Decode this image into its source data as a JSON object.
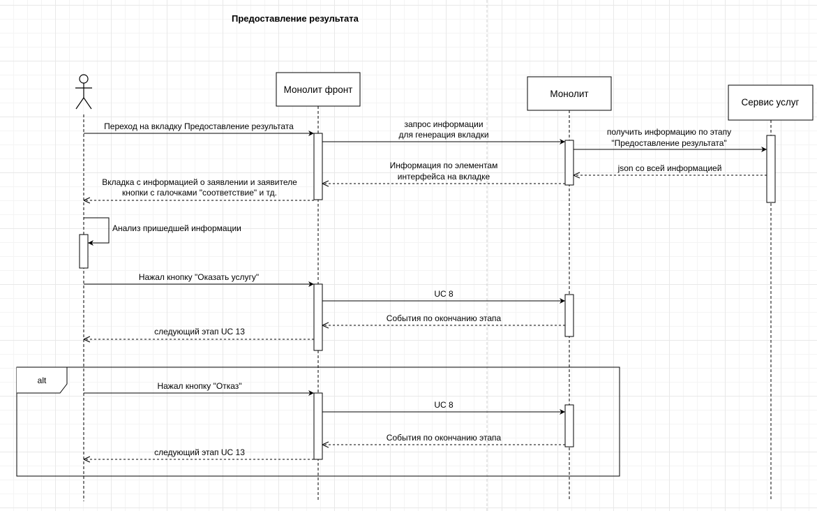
{
  "title": "Предоставление результата",
  "participants": {
    "actor": "",
    "front": "Монолит фронт",
    "monolith": "Монолит",
    "service": "Сервис услуг"
  },
  "messages": {
    "m1": "Переход на вкладку Предоставление результата",
    "m2": [
      "запрос информации",
      "для генерация вкладки"
    ],
    "m3": [
      "получить информацию по этапу",
      "\"Предоставление результата\""
    ],
    "m4": "json со всей информацией",
    "m5": [
      "Информация по элементам",
      "интерфейса на вкладке"
    ],
    "m6": [
      "Вкладка с информацией о заявлении и заявителе",
      "кнопки с галочками \"соответствие\" и тд."
    ],
    "m7": "Анализ пришедшей информации",
    "m8": "Нажал кнопку \"Оказать услугу\"",
    "m9": "UC 8",
    "m10": "События по окончанию этапа",
    "m11": "следующий этап UC 13",
    "m12": "Нажал кнопку \"Отказ\"",
    "m13": "UC 8",
    "m14": "События по окончанию этапа",
    "m15": "следующий этап UC 13"
  },
  "fragment": {
    "operator": "alt"
  }
}
